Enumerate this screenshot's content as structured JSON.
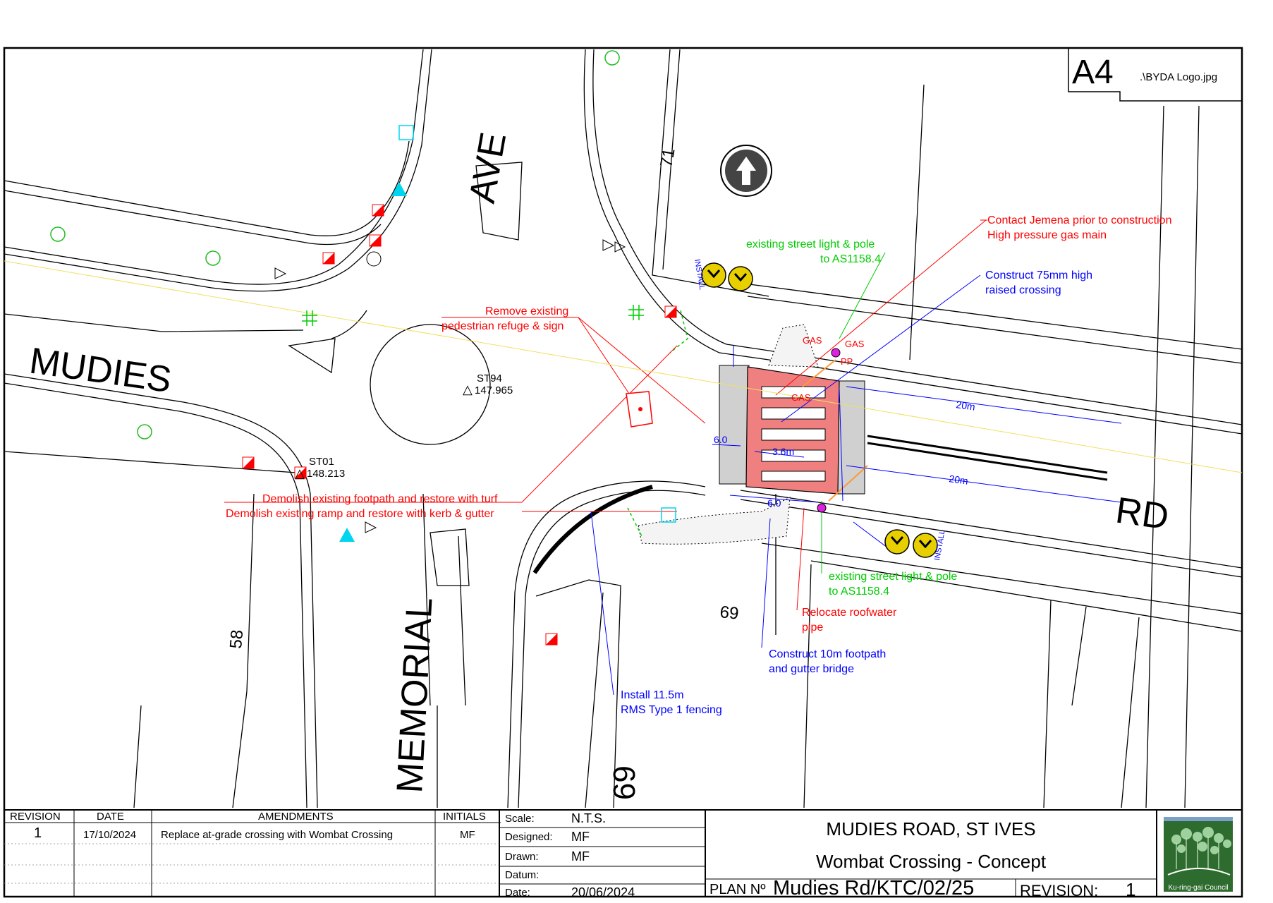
{
  "sheet": {
    "size_label": "A4",
    "logo_placeholder": ".\\BYDA Logo.jpg"
  },
  "streets": {
    "mudies": "MUDIES",
    "rd": "RD",
    "ave": "AVE",
    "memorial": "MEMORIAL"
  },
  "lots": {
    "lot_71": "71",
    "lot_58": "58",
    "lot_69a": "69",
    "lot_69b": "69"
  },
  "survey": {
    "st94_label": "ST94",
    "st94_value": "147.965",
    "st01_label": "ST01",
    "st01_value": "148.213"
  },
  "utilities": {
    "gas_1": "GAS",
    "gas_2": "GAS",
    "gas_3": "GAS",
    "pp": "PP",
    "install_1": "INSTALL",
    "install_2": "INSTALL"
  },
  "dimensions": {
    "d20m_top": "20m",
    "d20m_bottom": "20m",
    "d6_left": "6.0",
    "d6_bottom": "6.0",
    "d3_6": "3.6m"
  },
  "notes": {
    "gas_contact_1": "Contact Jemena prior to construction",
    "gas_contact_2": "High pressure gas main",
    "raised_1": "Construct 75mm high",
    "raised_2": "raised crossing",
    "light_top_1": "existing street light & pole",
    "light_top_2": "to AS1158.4",
    "refuge_1": "Remove existing",
    "refuge_2": "pedestrian refuge & sign",
    "demolish_1": "Demolish existing footpath and restore with turf",
    "demolish_2": "Demolish existing ramp and restore with kerb & gutter",
    "light_bottom_1": "existing street light & pole",
    "light_bottom_2": "to AS1158.4",
    "roofwater_1": "Relocate roofwater",
    "roofwater_2": "pipe",
    "footpath_1": "Construct 10m footpath",
    "footpath_2": "and gutter bridge",
    "fencing_1": "Install 11.5m",
    "fencing_2": "RMS Type 1 fencing"
  },
  "title_block": {
    "headers": {
      "revision": "REVISION",
      "date": "DATE",
      "amendments": "AMENDMENTS",
      "initials": "INITIALS"
    },
    "rows": [
      {
        "revision": "1",
        "date": "17/10/2024",
        "amendment": "Replace at-grade crossing with Wombat Crossing",
        "initials": "MF"
      }
    ],
    "scale_label": "Scale:",
    "scale_value": "N.T.S.",
    "designed_label": "Designed:",
    "designed_value": "MF",
    "drawn_label": "Drawn:",
    "drawn_value": "MF",
    "datum_label": "Datum:",
    "datum_value": "",
    "date_label": "Date:",
    "date_value": "20/06/2024",
    "project_title": "MUDIES ROAD, ST IVES",
    "project_subtitle": "Wombat Crossing - Concept",
    "plan_label": "PLAN Nº",
    "plan_value": "Mudies Rd/KTC/02/25",
    "revision_label": "REVISION:",
    "revision_value": "1",
    "council_name": "Ku-ring-gai Council"
  },
  "colors": {
    "red_note": "#ff0000",
    "blue_note": "#0000ff",
    "green_note": "#00cc00",
    "crossing_fill": "#f08080",
    "sign_yellow": "#e8d000",
    "cyan_marker": "#00e5ff",
    "orange_leader": "#ff9933"
  }
}
